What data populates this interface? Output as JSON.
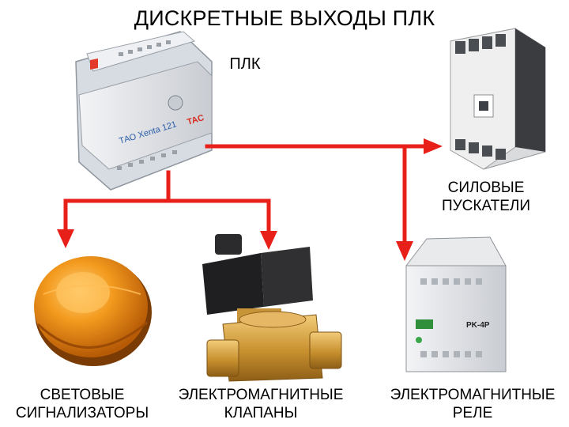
{
  "title": "ДИСКРЕТНЫЕ ВЫХОДЫ ПЛК",
  "plc": {
    "label": "ПЛК",
    "model_text": "ТАО Xenta 121",
    "brand_text": "TAC"
  },
  "starter": {
    "line1": "СИЛОВЫЕ",
    "line2": "ПУСКАТЕЛИ"
  },
  "light": {
    "line1": "СВЕТОВЫЕ",
    "line2": "СИГНАЛИЗАТОРЫ"
  },
  "valve": {
    "line1": "ЭЛЕКТРОМАГНИТНЫЕ",
    "line2": "КЛАПАНЫ"
  },
  "relay": {
    "line1": "ЭЛЕКТРОМАГНИТНЫЕ",
    "line2": "РЕЛЕ",
    "model_text": "PK-4P"
  },
  "colors": {
    "arrow": "#e8201a",
    "lamp": "#f08a10",
    "brass": "#d9a441",
    "device_body": "#e6e7ea"
  },
  "icons": [
    "plc-device-icon",
    "contactor-icon",
    "signal-lamp-icon",
    "solenoid-valve-icon",
    "relay-module-icon"
  ]
}
